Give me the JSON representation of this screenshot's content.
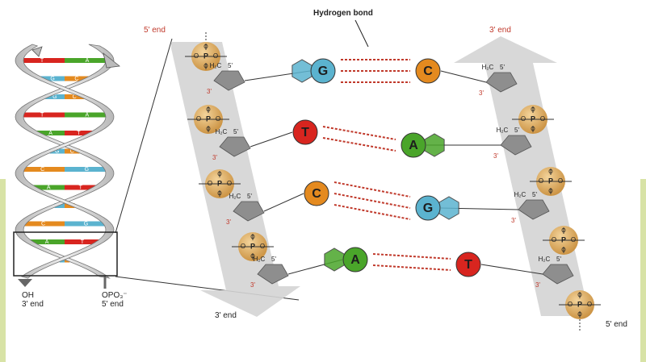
{
  "labels": {
    "hydrogen_bond": "Hydrogen bond",
    "left_top_end": "5' end",
    "right_top_end": "3' end",
    "left_bottom_end": "3' end",
    "right_bottom_end": "5' end",
    "helix_oh": "OH",
    "helix_oh_end": "3' end",
    "helix_opo3": "OPO₃⁻",
    "helix_opo3_end": "5' end"
  },
  "helix_rungs": [
    [
      "A",
      "T"
    ],
    [
      "C",
      "G"
    ],
    [
      "G",
      "C"
    ],
    [
      "T",
      "A"
    ],
    [
      "A",
      "T"
    ],
    [
      "C",
      "G"
    ],
    [
      "G",
      "C"
    ],
    [
      "T",
      "A"
    ],
    [
      "G",
      "C"
    ],
    [
      "C",
      "G"
    ],
    [
      "A",
      "T"
    ],
    [
      "C",
      "G"
    ]
  ],
  "base_pairs": [
    {
      "left": "G",
      "right": "C",
      "hbonds": 3
    },
    {
      "left": "T",
      "right": "A",
      "hbonds": 2
    },
    {
      "left": "C",
      "right": "G",
      "hbonds": 3
    },
    {
      "left": "A",
      "right": "T",
      "hbonds": 2
    }
  ],
  "base_colors": {
    "A": "#4aa52a",
    "T": "#d8251f",
    "C": "#e48a1f",
    "G": "#5bb3cf"
  },
  "backbone": {
    "phosphate_color": "#d9a65a",
    "sugar_color": "#8e8e8e",
    "arrow_color": "#d0d0d0",
    "phosphorus": "P",
    "oxygen": "O",
    "sugar_carbon_5": "5'",
    "sugar_carbon_3": "3'",
    "ch2": "H₂C"
  },
  "colors": {
    "edge_bar": "#d8e3a6",
    "frame": "#333333",
    "hbond": "#c0392b"
  }
}
